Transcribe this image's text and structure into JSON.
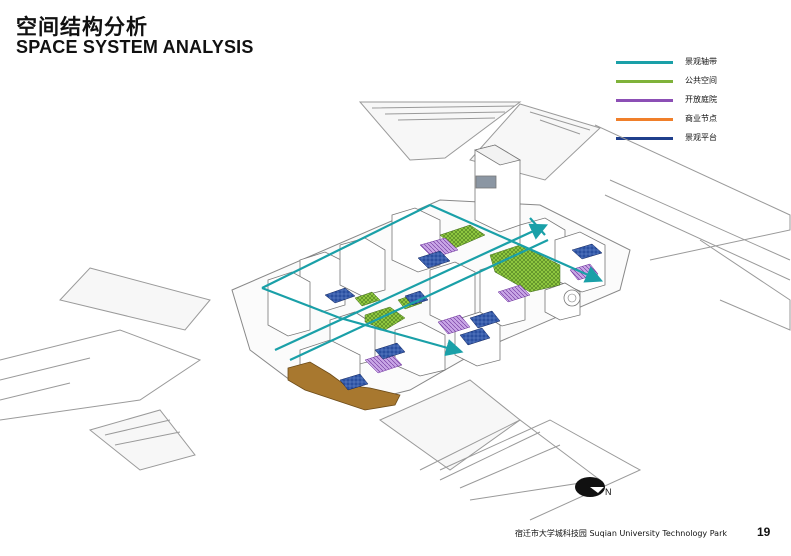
{
  "header": {
    "title_cn": "空间结构分析",
    "title_en": "SPACE SYSTEM ANALYSIS"
  },
  "legend": {
    "items": [
      {
        "label": "景观轴带",
        "color": "#1aa0a8"
      },
      {
        "label": "公共空间",
        "color": "#7fb23a"
      },
      {
        "label": "开放庭院",
        "color": "#8c4fb5"
      },
      {
        "label": "商业节点",
        "color": "#f07f2a"
      },
      {
        "label": "景观平台",
        "color": "#1f3f8c"
      }
    ]
  },
  "compass": {
    "label": "N"
  },
  "footer": {
    "caption": "宿迁市大学城科技园 Suqian University Technology Park",
    "page_number": "19"
  }
}
